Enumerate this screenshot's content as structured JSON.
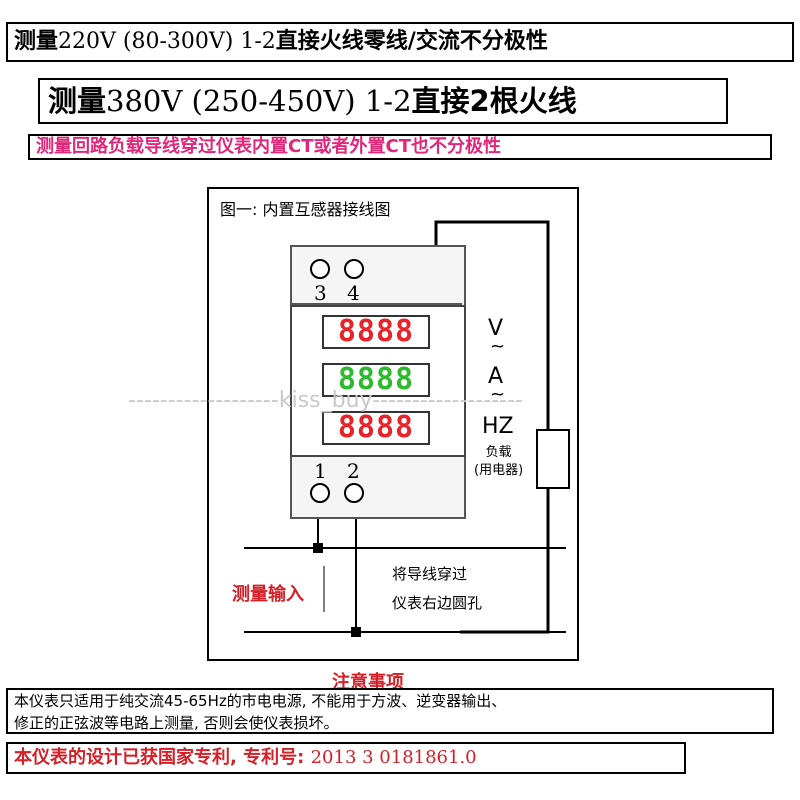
{
  "header": {
    "line1": "测量220V (80-300V) 1-2直接火线零线/交流不分极性",
    "line1_prefix": "测量",
    "line1_rest": "220V (80-300V) 1-2",
    "line1_suffix": "直接火线零线/交流不分极性",
    "line2_prefix": "测量",
    "line2_rest": "380V (250-450V) 1-2",
    "line2_suffix": "直接2根火线",
    "line3": "测量回路负载导线穿过仪表内置CT或者外置CT也不分极性"
  },
  "figure": {
    "title": "图一: 内置互感器接线图",
    "top_terminals": [
      "3",
      "4"
    ],
    "bottom_terminals": [
      "1",
      "2"
    ],
    "displays": [
      {
        "digits": "8888",
        "color": "#e8232a",
        "unit": "V",
        "ac": "~"
      },
      {
        "digits": "8888",
        "color": "#2dba2d",
        "unit": "A",
        "ac": "~"
      },
      {
        "digits": "8888",
        "color": "#e8232a",
        "unit": "HZ",
        "ac": ""
      }
    ],
    "watermark": "-------------------kiss_buy-------------------",
    "load_label_line1": "负载",
    "load_label_line2": "(用电器)",
    "input_label": "测量输入",
    "thread_note_line1": "将导线穿过",
    "thread_note_line2": "仪表右边圆孔"
  },
  "notice": {
    "title": "注意事项",
    "line1": "本仪表只适用于纯交流45-65Hz的市电电源, 不能用于方波、逆变器输出、",
    "line2": "修正的正弦波等电路上测量, 否则会使仪表损坏。"
  },
  "patent": {
    "label": "本仪表的设计已获国家专利, 专利号:",
    "number": "2013 3 0181861.0"
  },
  "colors": {
    "red": "#e8232a",
    "green": "#2dba2d",
    "pink": "#e0287a",
    "notice_red": "#d42028"
  }
}
